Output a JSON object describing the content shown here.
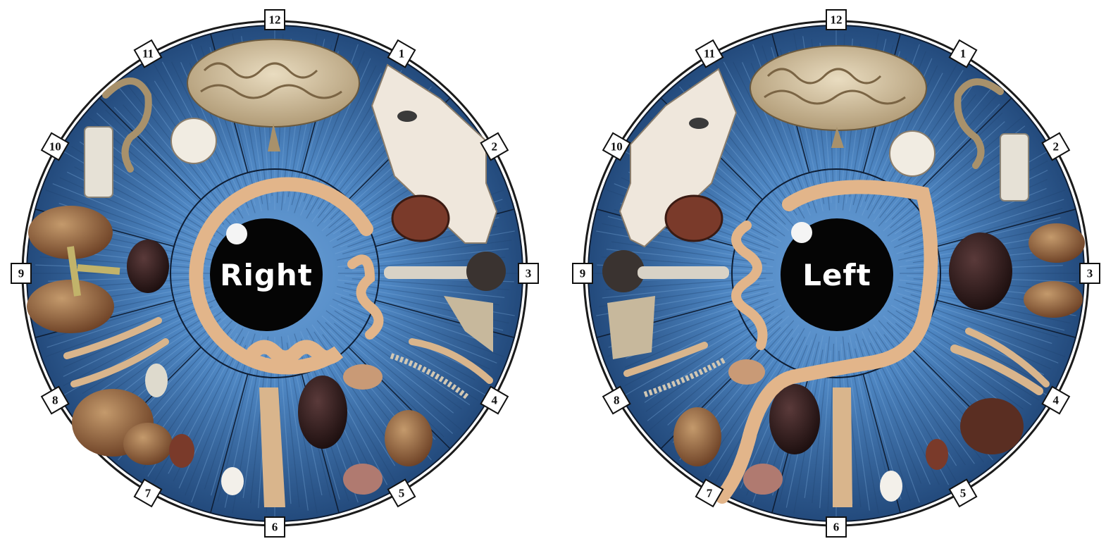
{
  "charts": {
    "right": {
      "label": "Right",
      "hours": [
        "12",
        "1",
        "2",
        "3",
        "4",
        "5",
        "6",
        "7",
        "8",
        "9",
        "10",
        "11"
      ]
    },
    "left": {
      "label": "Left",
      "hours": [
        "12",
        "1",
        "2",
        "3",
        "4",
        "5",
        "6",
        "7",
        "8",
        "9",
        "10",
        "11"
      ]
    }
  },
  "colors": {
    "iris_outer": "#2f5a92",
    "iris_inner": "#4e86c2",
    "pupil": "#050505",
    "rim": "#1b1b1b",
    "colon": "#e2b58a"
  }
}
